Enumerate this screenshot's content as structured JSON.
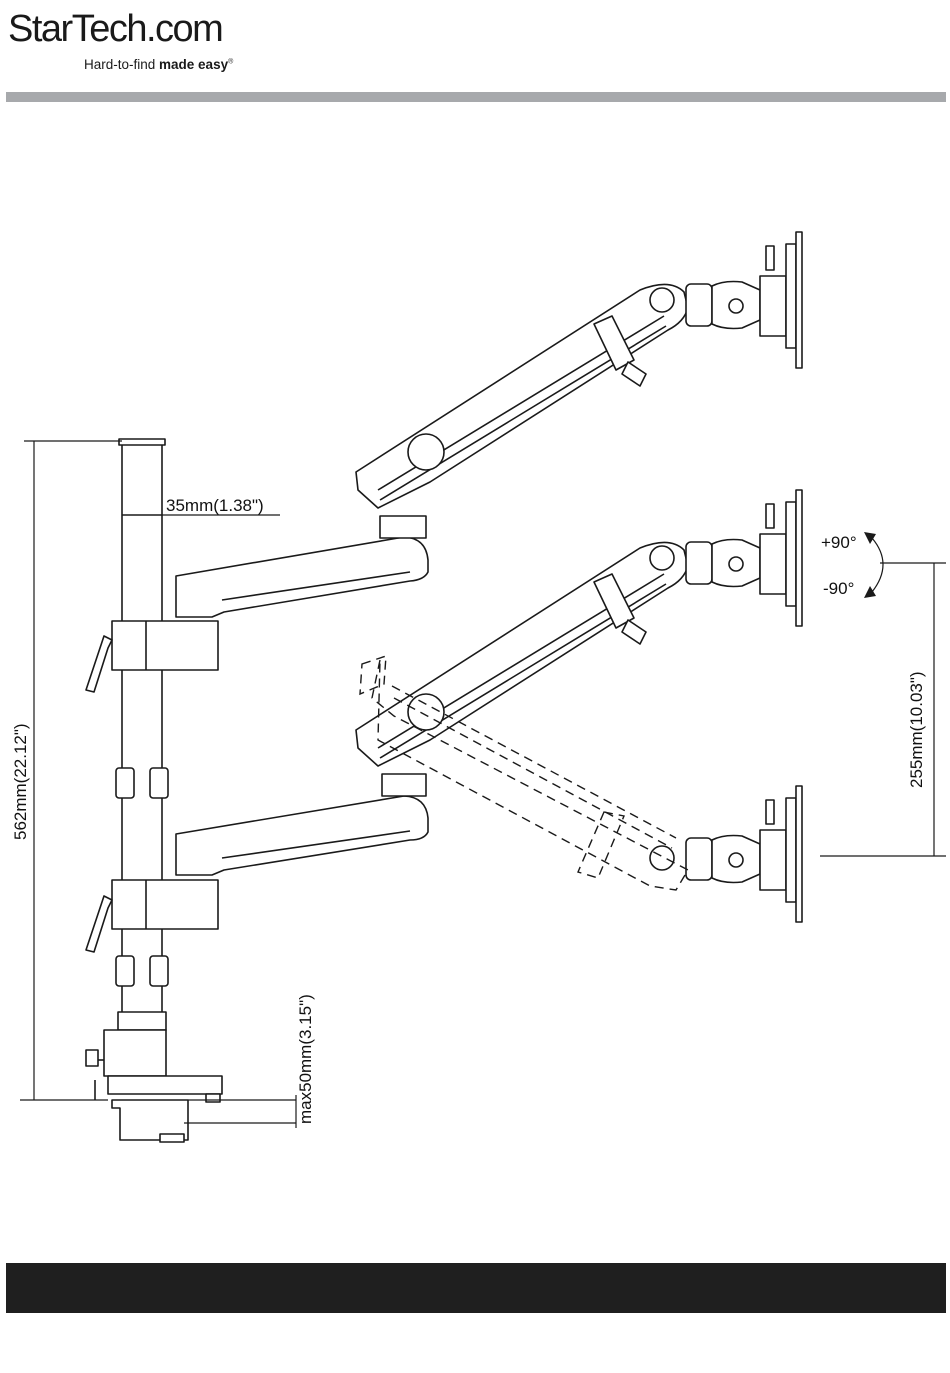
{
  "brand": {
    "wordmark": "StarTech.com",
    "tagline_plain": "Hard-to-find ",
    "tagline_bold": "made easy",
    "tagline_mark": "®"
  },
  "dimensions": {
    "pole_diameter": "35mm(1.38\")",
    "total_height": "562mm(22.12\")",
    "desk_thickness": "max50mm(3.15\")",
    "height_adjust": "255mm(10.03\")",
    "tilt_up": "+90°",
    "tilt_down": "-90°"
  },
  "colors": {
    "header_rule": "#a7a9ac",
    "footer_bar": "#1f1f1f"
  }
}
